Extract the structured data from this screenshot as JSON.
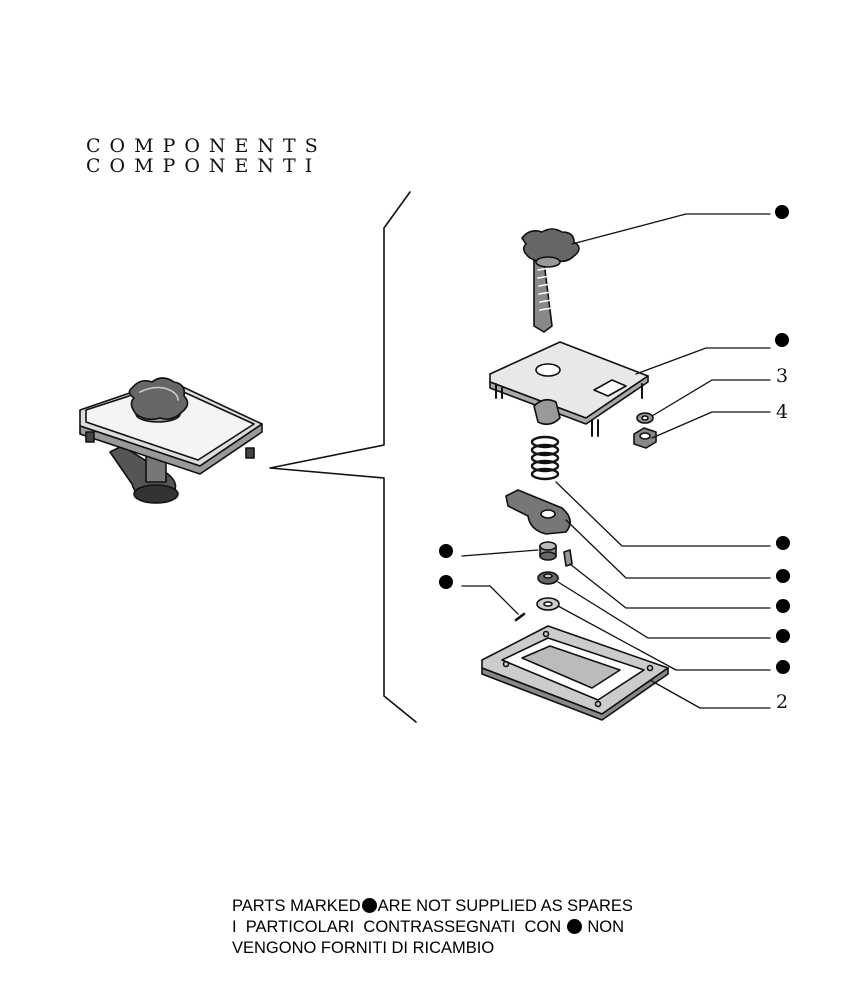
{
  "heading": {
    "line1": "COMPONENTS",
    "line2": "COMPONENTI"
  },
  "callouts": [
    {
      "id": "c1",
      "label": "",
      "marker": "dot"
    },
    {
      "id": "c2",
      "label": "",
      "marker": "dot"
    },
    {
      "id": "c3",
      "label": "3",
      "marker": "number"
    },
    {
      "id": "c4",
      "label": "4",
      "marker": "number"
    },
    {
      "id": "c5",
      "label": "",
      "marker": "dot"
    },
    {
      "id": "c6",
      "label": "",
      "marker": "dot"
    },
    {
      "id": "c7",
      "label": "",
      "marker": "dot"
    },
    {
      "id": "c8",
      "label": "",
      "marker": "dot"
    },
    {
      "id": "c9",
      "label": "",
      "marker": "dot"
    },
    {
      "id": "c10",
      "label": "2",
      "marker": "number"
    },
    {
      "id": "c11",
      "label": "",
      "marker": "dot"
    },
    {
      "id": "c12",
      "label": "",
      "marker": "dot"
    }
  ],
  "note": {
    "line1_a": "PARTS MARKED",
    "line1_b": "ARE NOT SUPPLIED AS SPARES",
    "line2_a": "I  PARTICOLARI  CONTRASSEGNATI  CON",
    "line2_b": "NON",
    "line3": "VENGONO FORNITI DI RICAMBIO"
  },
  "colors": {
    "ink": "#111111",
    "background": "#ffffff"
  }
}
